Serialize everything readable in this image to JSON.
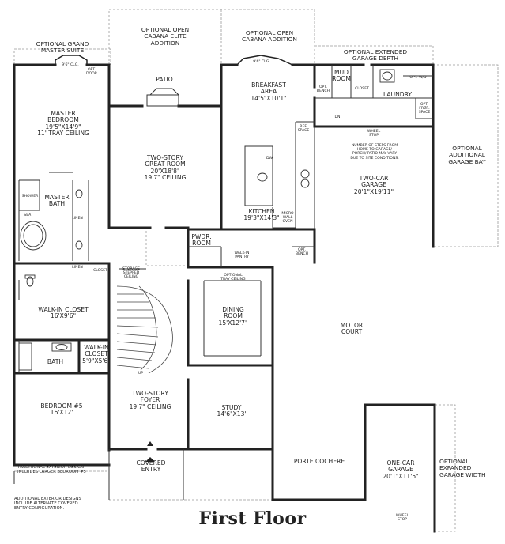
{
  "title": "First Floor",
  "rooms": {
    "opt_grand_master": "OPTIONAL GRAND\nMASTER SUITE",
    "opt_cabana_elite": "OPTIONAL OPEN\nCABANA ELITE\nADDITION",
    "opt_cabana": "OPTIONAL OPEN\nCABANA ADDITION",
    "opt_ext_garage_depth": "OPTIONAL EXTENDED\nGARAGE DEPTH",
    "clg_left": "9'6\" CLG.",
    "clg_right": "9'6\" CLG.",
    "opt_door": "OPT.\nDOOR",
    "patio": "PATIO",
    "breakfast": "BREAKFAST\nAREA\n14'5\"X10'1\"",
    "mud_room": "MUD\nROOM",
    "opt_bench_top": "OPT.\nBENCH",
    "closet_mud": "CLOSET",
    "opt_wd": "OPT. W/D",
    "laundry": "LAUNDRY",
    "opt_frzr": "OPT.\nFRZR.\nSPACE",
    "dn": "DN",
    "ref_space": "REF.\nSPACE",
    "wheel_stop_top": "WHEEL\nSTOP",
    "steps_note": "NUMBER OF STEPS FROM\nHOME TO GARAGE/\nPORCH/ PATIO MAY VARY\nDUE TO SITE CONDITIONS.",
    "opt_add_garage_bay": "OPTIONAL\nADDITIONAL\nGARAGE BAY",
    "master_bedroom": "MASTER\nBEDROOM\n19'5\"X14'9\"\n11' TRAY CEILING",
    "great_room": "TWO-STORY\nGREAT ROOM\n20'X18'8\"\n19'7\" CEILING",
    "dw": "DW",
    "two_car_garage": "TWO-CAR\nGARAGE\n20'1\"X19'11\"",
    "shower": "SHOWER",
    "master_bath": "MASTER\nBATH",
    "seat": "SEAT",
    "linen_1": "LINEN",
    "kitchen": "KITCHEN\n19'3\"X14'3\"",
    "micro_wall_oven": "MICRO\nWALL\nOVEN",
    "pwdr_room": "PWDR.\nROOM",
    "walk_in_pantry": "WALK-IN\nPANTRY",
    "opt_bench_garage": "OPT.\nBENCH",
    "linen_2": "LINEN",
    "closet_2": "CLOSET",
    "storage": "STORAGE\nSTEPPED\nCEILING",
    "opt_tray_ceiling": "OPTIONAL\nTRAY CEILING",
    "walk_in_closet_main": "WALK-IN CLOSET\n16'X9'6\"",
    "dining_room": "DINING\nROOM\n15'X12'7\"",
    "motor_court": "MOTOR\nCOURT",
    "walk_in_closet_small": "WALK-IN\nCLOSET\n5'9\"X5'6\"",
    "bath": "BATH",
    "up": "UP",
    "bedroom5": "BEDROOM #5\n16'X12'",
    "foyer": "TWO-STORY\nFOYER\n19'7\" CEILING",
    "study": "STUDY\n14'6\"X13'",
    "covered_entry": "COVERED\nENTRY",
    "porte_cochere": "PORTE COCHERE",
    "one_car_garage": "ONE-CAR\nGARAGE\n20'1\"X11'5\"",
    "opt_exp_garage_width": "OPTIONAL\nEXPANDED\nGARAGE WIDTH",
    "wheel_stop_bottom": "WHEEL\nSTOP",
    "traditional_note": "TRADITIONAL EXTERIOR DESIGN\nINCLUDES LARGER BEDROOM #5",
    "additional_note": "ADDITIONAL EXTERIOR DESIGNS\nINCLUDE ALTERNATE COVERED\nENTRY CONFIGURATION."
  }
}
